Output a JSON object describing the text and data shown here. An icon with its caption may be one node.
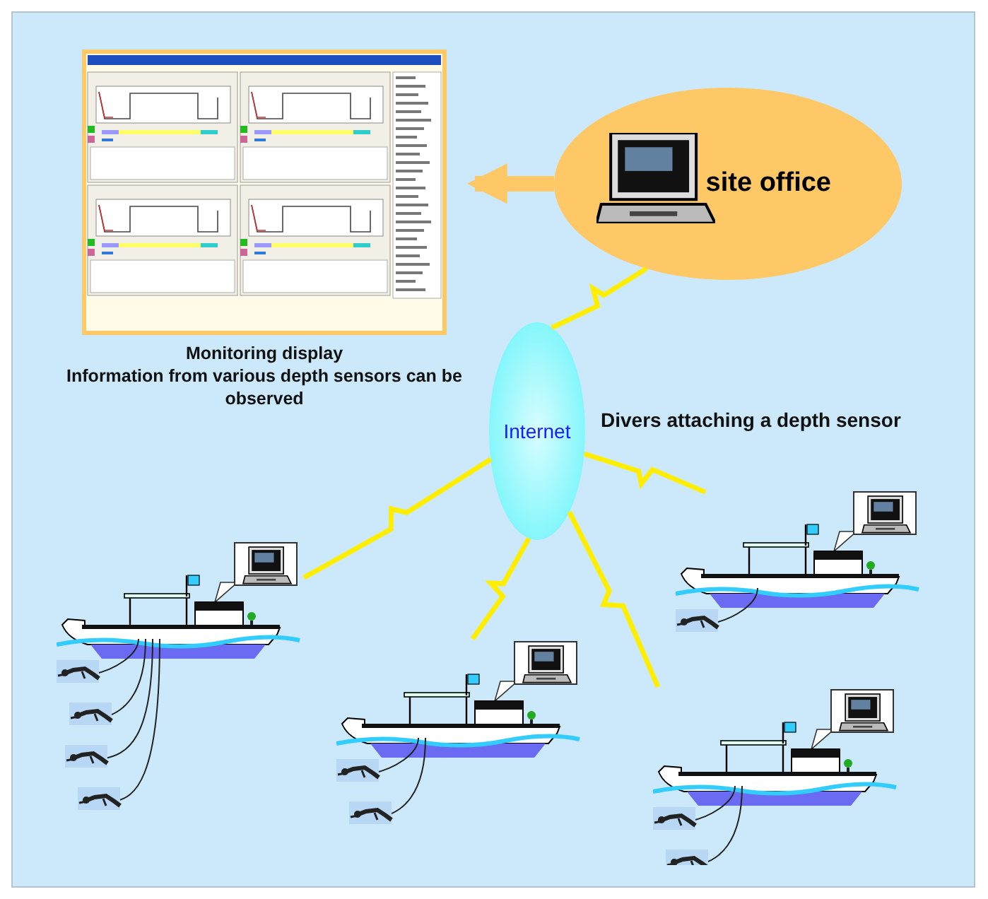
{
  "diagram": {
    "nodes": [
      {
        "text": [],
        "shape": "picture",
        "beside": [
          "Monitoring display",
          "Information from various depth sensors can be observed"
        ]
      },
      {
        "text": [
          "site office"
        ]
      },
      {
        "text": [
          "Internet"
        ]
      },
      {
        "text": [],
        "shape": "picture"
      },
      {
        "text": [],
        "shape": "picture"
      },
      {
        "text": [],
        "shape": "picture"
      },
      {
        "text": [],
        "shape": "picture"
      }
    ],
    "edges": [
      {
        "from": 1,
        "to": 0,
        "arrow": "to",
        "style": "thick",
        "color": "#ffc866"
      },
      {
        "from": 1,
        "to": 2,
        "arrow": "none"
      },
      {
        "from": 2,
        "to": 3,
        "arrow": "none"
      },
      {
        "from": 2,
        "to": 4,
        "arrow": "none"
      },
      {
        "from": 2,
        "to": 5,
        "arrow": "none"
      },
      {
        "from": 2,
        "to": 6,
        "arrow": "none"
      }
    ],
    "labels": [
      "Divers attaching a depth sensor"
    ]
  }
}
